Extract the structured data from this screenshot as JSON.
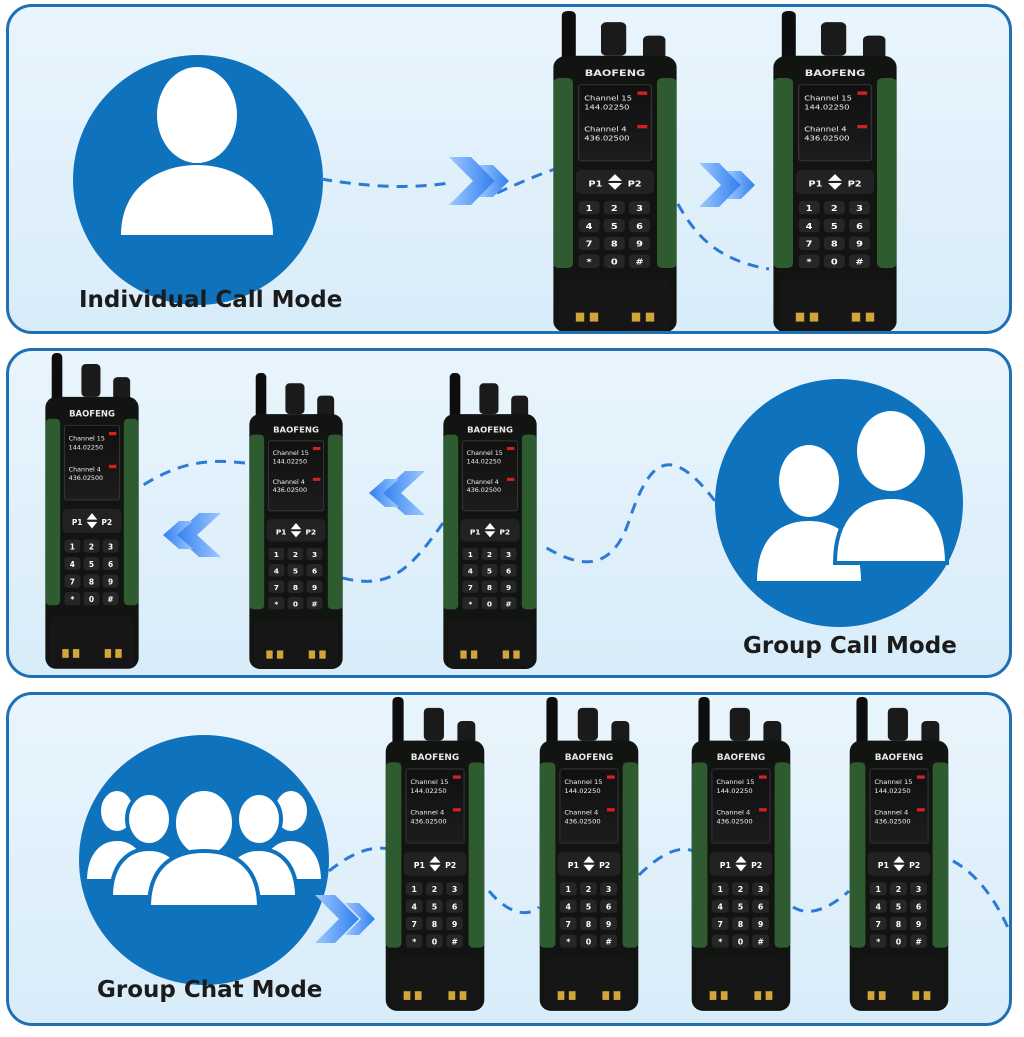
{
  "modes": {
    "individual": {
      "label": "Individual Call Mode"
    },
    "group_call": {
      "label": "Group Call Mode"
    },
    "group_chat": {
      "label": "Group Chat Mode"
    }
  },
  "radio": {
    "brand": "BAOFENG",
    "screen_line1": "Channel 15",
    "screen_line2": "144.02250",
    "screen_line3": "Channel 4",
    "screen_line4": "436.02500",
    "key_p1": "P1",
    "key_p2": "P2",
    "keypad": [
      "1",
      "2",
      "3",
      "4",
      "5",
      "6",
      "7",
      "8",
      "9",
      "*",
      "0",
      "#"
    ]
  },
  "colors": {
    "panel_border": "#1f6fb5",
    "circle": "#0f72bd",
    "radio_body": "#111411",
    "radio_green": "#2f5b31",
    "arrow": "#3d8cf0"
  },
  "icons": [
    "person-icon",
    "two-people-icon",
    "group-people-icon",
    "chevron-double-right-icon",
    "chevron-double-left-icon",
    "walkie-talkie-icon"
  ]
}
